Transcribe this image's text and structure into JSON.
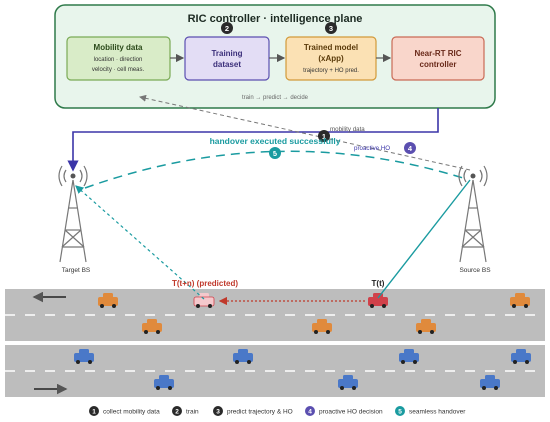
{
  "ric": {
    "title": "RIC controller  ·  intelligence plane",
    "flow_caption": "train  →  predict  →  decide",
    "boxes": [
      {
        "title": "Mobility data",
        "sub1": "location · direction",
        "sub2": "velocity · cell meas.",
        "fill": "#d9ecc8",
        "stroke": "#7aaa55"
      },
      {
        "title": "Training",
        "title2": "dataset",
        "fill": "#e3ddf5",
        "stroke": "#5b4fb0"
      },
      {
        "title": "Trained model",
        "title2": "(xApp)",
        "sub1": "trajectory + HO pred.",
        "fill": "#fbe1b4",
        "stroke": "#d29a3a"
      },
      {
        "title": "Near-RT RIC",
        "title2": "controller",
        "fill": "#f9d6cb",
        "stroke": "#c96a55"
      }
    ]
  },
  "labels": {
    "mobility_data": "mobility data",
    "proactive_ho": "proactive HO",
    "handover_success": "handover executed successfully",
    "target_bs": "Target BS",
    "source_bs": "Source BS",
    "t_now": "T(t)",
    "t_next": "T(t+n)  (predicted)"
  },
  "steps": {
    "s1": "1",
    "s2": "2",
    "s3": "3",
    "s4": "4",
    "s5": "5"
  },
  "legend": [
    {
      "num": "1",
      "text": "collect mobility data",
      "color": "#2a2a2a"
    },
    {
      "num": "2",
      "text": "train",
      "color": "#2a2a2a"
    },
    {
      "num": "3",
      "text": "predict trajectory & HO",
      "color": "#2a2a2a"
    },
    {
      "num": "4",
      "text": "proactive HO decision",
      "color": "#5b4fb0"
    },
    {
      "num": "5",
      "text": "seamless handover",
      "color": "#1a9ba0"
    }
  ],
  "colors": {
    "ric_fill": "#e8f5ec",
    "ric_stroke": "#2f7a4a",
    "control_line": "#3b35a8",
    "teal": "#1a9ba0",
    "road": "#bdbdbd",
    "car_orange": "#e08a3c",
    "car_blue": "#4a78c8",
    "car_red": "#d0414a",
    "car_ghost": "#f4c8cc",
    "predict_arrow": "#c0392b"
  }
}
